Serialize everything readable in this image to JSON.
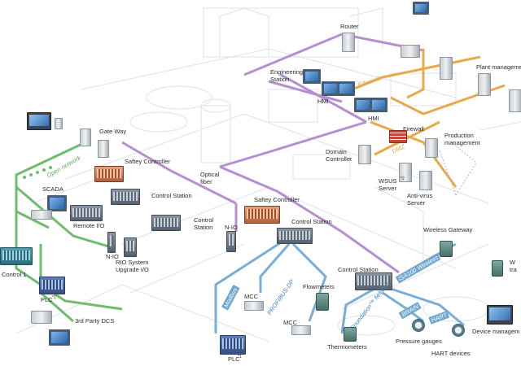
{
  "labels": {
    "router": "Router",
    "plant_mgmt": "Plant manageme",
    "engineering_station": "Engineering\nStation",
    "hmi_1": "HMI",
    "hmi_2": "HMI",
    "firewall": "Firewall",
    "production_mgmt": "Production\nmanagement",
    "domain_controller": "Domain\nController",
    "wsus_server": "WSUS\nServer",
    "wsus_sup": "*2",
    "antivirus_server": "Anti-virus\nServer",
    "gateway": "Gate Way",
    "safety_controller_1": "Saftey Controller",
    "safety_controller_2": "Saftey Controller",
    "optical_fiber": "Optical\nfiber",
    "scada": "SCADA",
    "control_station_1": "Control Station",
    "control_station_2": "Control\nStation",
    "control_station_3": "Control Station",
    "control_station_4": "Control Station",
    "remote_io": "Remote I/O",
    "nio_1": "N-IO",
    "nio_2": "N-IO",
    "rio_upgrade": "RIO System\nUpgrade I/O",
    "control_1": "Control 1",
    "plc_1": "PLC",
    "plc_1_sup": "*1",
    "plc_2": "PLC",
    "plc_2_sup": "*1",
    "third_party_dcs": "3rd Party DCS",
    "wireless_gateway": "Wireless Gateway",
    "w_right": "W\ntra",
    "flowmeters": "Flowmeters",
    "mcc_1": "MCC",
    "mcc_2": "MCC",
    "thermometers": "Thermometers",
    "pressure_gauges": "Pressure gauges",
    "hart_devices": "HART devices",
    "device_mgmt": "Device managem"
  },
  "networks": {
    "ethernet": "Ethernet",
    "dmz": "DMZ",
    "open_network": "Open network",
    "modbus": "Modbus",
    "profibus": "PROFIBUS-DP",
    "foundation": "Foundation™ fieldbus",
    "brain": "BRAIN",
    "hart": "HART",
    "isa100": "ISA100 Wireless"
  },
  "colors": {
    "control_bus": "#b58fcf",
    "ethernet": "#e8a94a",
    "open_network": "#6dbd6d",
    "fieldbus": "#79afd6",
    "background_drawing": "#dcdfe3"
  }
}
